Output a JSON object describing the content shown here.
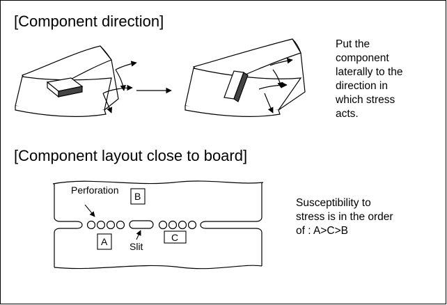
{
  "section1": {
    "heading": "[Component direction]",
    "note_lines": [
      "Put the",
      "component",
      "laterally to the",
      "direction in",
      "which stress",
      "acts."
    ]
  },
  "section2": {
    "heading": "[Component layout close to board]",
    "labels": {
      "perforation": "Perforation",
      "slit": "Slit",
      "a": "A",
      "b": "B",
      "c": "C"
    },
    "note_lines": [
      "Susceptibility to",
      "stress is in the order",
      "of : A>C>B"
    ]
  }
}
